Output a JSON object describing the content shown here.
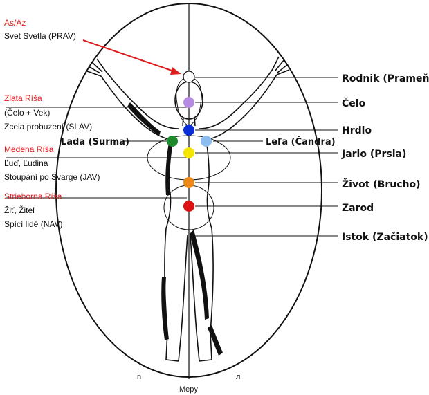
{
  "realms": [
    {
      "title": "As/Az",
      "lines": [
        "Svet Svetla (PRAV)"
      ]
    },
    {
      "title": "Zlata Ríša",
      "lines": [
        "(Čelo + Vek)",
        "Zcela probuzení (SLAV)"
      ]
    },
    {
      "title": "Medena Ríša",
      "lines": [
        "Ľuď, Ľudina",
        "Stoupání po Svarge (JAV)"
      ]
    },
    {
      "title": "Strieborna Ríša",
      "lines": [
        "Žiť, Žiteľ",
        "Spící lidé (NAV)"
      ]
    }
  ],
  "chakras": [
    {
      "name": "Rodnik (Prameň)",
      "color": "#ffffff"
    },
    {
      "name": "Čelo",
      "color": "#b48be0"
    },
    {
      "name": "Hrdlo",
      "color": "#0a2fd8"
    },
    {
      "name": "Jarlo (Prsia)",
      "color": "#f4e600"
    },
    {
      "name": "Život (Brucho)",
      "color": "#ee8a1a"
    },
    {
      "name": "Zarod",
      "color": "#dd1111"
    },
    {
      "name": "Istok (Začiatok)",
      "color": ""
    }
  ],
  "side_chakras": {
    "left": {
      "name": "Lada (Surma)",
      "color": "#1d8a2a"
    },
    "right": {
      "name": "Leľa (Čandra)",
      "color": "#8bbcef"
    }
  },
  "bottom": {
    "left_mark": "n",
    "center_label": "Mepy",
    "right_mark": "л"
  },
  "colors": {
    "realm_title": "#e01b1b",
    "arrow": "#e01b1b",
    "ink": "#111111"
  }
}
